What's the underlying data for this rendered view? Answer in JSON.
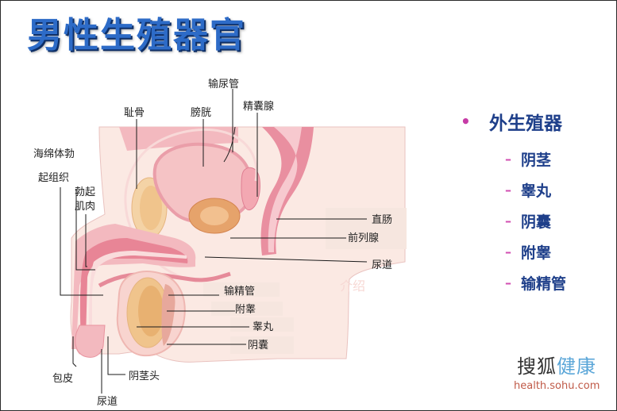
{
  "title": "男性生殖器官",
  "labels": {
    "ureter": "输尿管",
    "pubis": "耻骨",
    "bladder": "膀胱",
    "seminal_vesicle": "精囊腺",
    "corpus_cavernosum": "海绵体勃",
    "erectile_tissue": "起组织",
    "erector_muscle_1": "勃起",
    "erector_muscle_2": "肌肉",
    "rectum": "直肠",
    "prostate": "前列腺",
    "urethra_inner": "尿道",
    "vas_deferens": "输精管",
    "epididymis": "附睾",
    "testis": "睾丸",
    "scrotum": "阴囊",
    "foreskin": "包皮",
    "glans": "阴茎头",
    "urethra_outer": "尿道"
  },
  "legend": {
    "heading": "外生殖器",
    "items": [
      "阴茎",
      "睾丸",
      "阴囊",
      "附睾",
      "输精管"
    ]
  },
  "watermark": "介绍",
  "branding": {
    "logo_main": "搜狐",
    "logo_accent": "健康",
    "site": "health.sohu.com"
  },
  "colors": {
    "title": "#2d6bc7",
    "legend_text": "#1e3f8a",
    "bullet": "#c63ba6",
    "tissue_pink": "#f3b9bf",
    "tissue_deep": "#e07f93",
    "bladder": "#f5c3c5",
    "bone": "#f4d3a6"
  }
}
